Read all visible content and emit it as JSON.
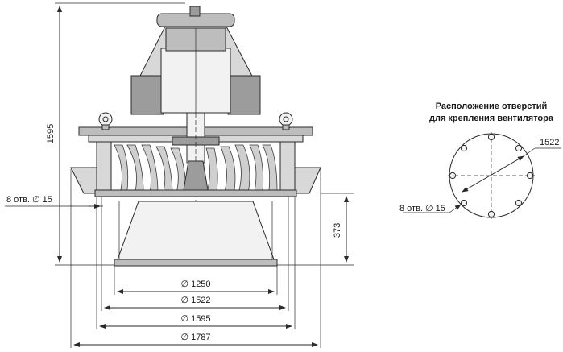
{
  "side_view": {
    "height_label": "1595",
    "lower_height_label": "373",
    "holes_label": "8 отв. ∅ 15",
    "diameters": [
      "∅ 1250",
      "∅ 1522",
      "∅ 1595",
      "∅ 1787"
    ]
  },
  "plan_view": {
    "title_line1": "Расположение отверстий",
    "title_line2": "для крепления вентилятора",
    "pcd_label": "1522",
    "holes_label": "8 отв. ∅ 15"
  }
}
